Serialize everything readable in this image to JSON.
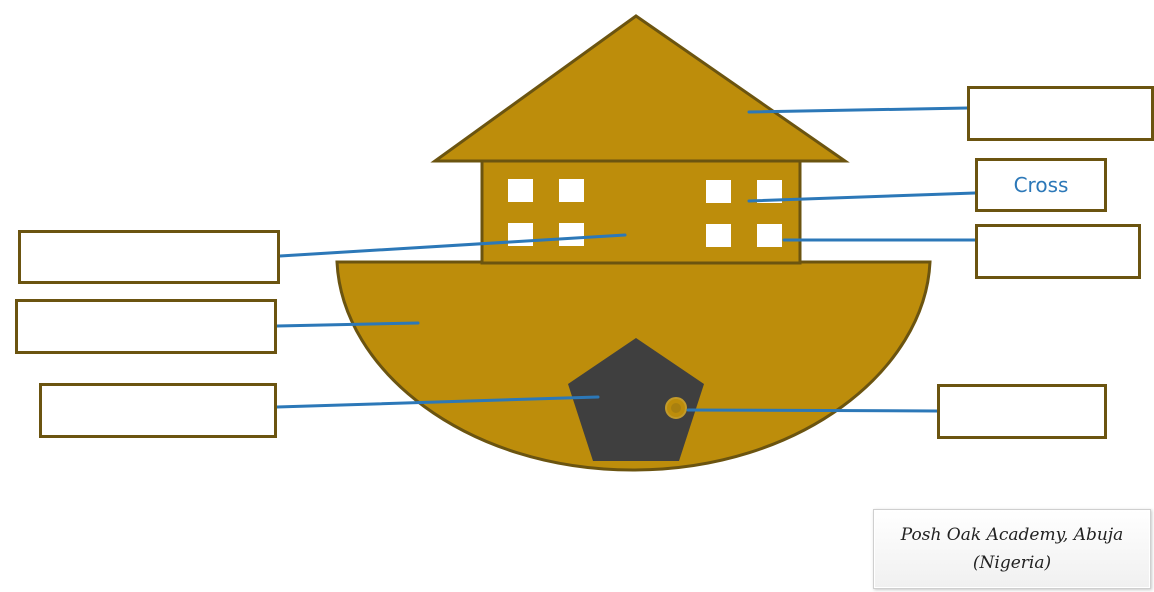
{
  "colors": {
    "ark_fill": "#bd8d0b",
    "ark_outline": "#6b5410",
    "door": "#3f3f3f",
    "leader_line": "#2c78b8",
    "label_text": "#2c78b8",
    "window": "#ffffff"
  },
  "labels": [
    {
      "id": "roof",
      "text": ""
    },
    {
      "id": "cross",
      "text": "Cross"
    },
    {
      "id": "window",
      "text": ""
    },
    {
      "id": "cabin",
      "text": ""
    },
    {
      "id": "hull",
      "text": ""
    },
    {
      "id": "door",
      "text": ""
    },
    {
      "id": "door-knob",
      "text": ""
    }
  ],
  "credit": {
    "line1": "Posh Oak Academy, Abuja",
    "line2": "(Nigeria)"
  }
}
